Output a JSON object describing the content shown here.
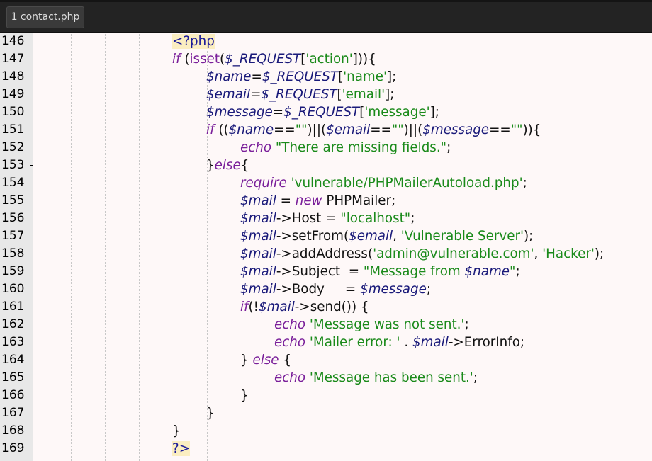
{
  "tab": {
    "label": "1 contact.php"
  },
  "lines": [
    {
      "num": "146",
      "fold": false,
      "indent": 5,
      "tokens": [
        {
          "c": "tg",
          "t": "<?php"
        }
      ]
    },
    {
      "num": "147",
      "fold": true,
      "indent": 5,
      "tokens": [
        {
          "c": "k",
          "t": "if"
        },
        {
          "c": "p",
          "t": " ("
        },
        {
          "c": "f",
          "t": "isset"
        },
        {
          "c": "p",
          "t": "("
        },
        {
          "c": "v",
          "t": "$_REQUEST"
        },
        {
          "c": "p",
          "t": "["
        },
        {
          "c": "s",
          "t": "'action'"
        },
        {
          "c": "p",
          "t": "])){"
        }
      ]
    },
    {
      "num": "148",
      "fold": false,
      "indent": 6,
      "tokens": [
        {
          "c": "v",
          "t": "$name"
        },
        {
          "c": "p",
          "t": "="
        },
        {
          "c": "v",
          "t": "$_REQUEST"
        },
        {
          "c": "p",
          "t": "["
        },
        {
          "c": "s",
          "t": "'name'"
        },
        {
          "c": "p",
          "t": "];"
        }
      ]
    },
    {
      "num": "149",
      "fold": false,
      "indent": 6,
      "tokens": [
        {
          "c": "v",
          "t": "$email"
        },
        {
          "c": "p",
          "t": "="
        },
        {
          "c": "v",
          "t": "$_REQUEST"
        },
        {
          "c": "p",
          "t": "["
        },
        {
          "c": "s",
          "t": "'email'"
        },
        {
          "c": "p",
          "t": "];"
        }
      ]
    },
    {
      "num": "150",
      "fold": false,
      "indent": 6,
      "tokens": [
        {
          "c": "v",
          "t": "$message"
        },
        {
          "c": "p",
          "t": "="
        },
        {
          "c": "v",
          "t": "$_REQUEST"
        },
        {
          "c": "p",
          "t": "["
        },
        {
          "c": "s",
          "t": "'message'"
        },
        {
          "c": "p",
          "t": "];"
        }
      ]
    },
    {
      "num": "151",
      "fold": true,
      "indent": 6,
      "tokens": [
        {
          "c": "k",
          "t": "if"
        },
        {
          "c": "p",
          "t": " (("
        },
        {
          "c": "v",
          "t": "$name"
        },
        {
          "c": "p",
          "t": "=="
        },
        {
          "c": "s",
          "t": "\"\""
        },
        {
          "c": "p",
          "t": ")||("
        },
        {
          "c": "v",
          "t": "$email"
        },
        {
          "c": "p",
          "t": "=="
        },
        {
          "c": "s",
          "t": "\"\""
        },
        {
          "c": "p",
          "t": ")||("
        },
        {
          "c": "v",
          "t": "$message"
        },
        {
          "c": "p",
          "t": "=="
        },
        {
          "c": "s",
          "t": "\"\""
        },
        {
          "c": "p",
          "t": ")){"
        }
      ]
    },
    {
      "num": "152",
      "fold": false,
      "indent": 7,
      "tokens": [
        {
          "c": "k",
          "t": "echo"
        },
        {
          "c": "p",
          "t": " "
        },
        {
          "c": "s",
          "t": "\"There are missing fields.\""
        },
        {
          "c": "p",
          "t": ";"
        }
      ]
    },
    {
      "num": "153",
      "fold": true,
      "indent": 6,
      "tokens": [
        {
          "c": "p",
          "t": "}"
        },
        {
          "c": "k",
          "t": "else"
        },
        {
          "c": "p",
          "t": "{"
        }
      ]
    },
    {
      "num": "154",
      "fold": false,
      "indent": 7,
      "tokens": [
        {
          "c": "k",
          "t": "require"
        },
        {
          "c": "p",
          "t": " "
        },
        {
          "c": "s",
          "t": "'vulnerable/PHPMailerAutoload.php'"
        },
        {
          "c": "p",
          "t": ";"
        }
      ]
    },
    {
      "num": "155",
      "fold": false,
      "indent": 7,
      "tokens": [
        {
          "c": "v",
          "t": "$mail"
        },
        {
          "c": "p",
          "t": " = "
        },
        {
          "c": "k",
          "t": "new"
        },
        {
          "c": "p",
          "t": " PHPMailer;"
        }
      ]
    },
    {
      "num": "156",
      "fold": false,
      "indent": 7,
      "tokens": [
        {
          "c": "v",
          "t": "$mail"
        },
        {
          "c": "p",
          "t": "->Host = "
        },
        {
          "c": "s",
          "t": "\"localhost\""
        },
        {
          "c": "p",
          "t": ";"
        }
      ]
    },
    {
      "num": "157",
      "fold": false,
      "indent": 7,
      "tokens": [
        {
          "c": "v",
          "t": "$mail"
        },
        {
          "c": "p",
          "t": "->setFrom("
        },
        {
          "c": "v",
          "t": "$email"
        },
        {
          "c": "p",
          "t": ", "
        },
        {
          "c": "s",
          "t": "'Vulnerable Server'"
        },
        {
          "c": "p",
          "t": ");"
        }
      ]
    },
    {
      "num": "158",
      "fold": false,
      "indent": 7,
      "tokens": [
        {
          "c": "v",
          "t": "$mail"
        },
        {
          "c": "p",
          "t": "->addAddress("
        },
        {
          "c": "s",
          "t": "'admin@vulnerable.com'"
        },
        {
          "c": "p",
          "t": ", "
        },
        {
          "c": "s",
          "t": "'Hacker'"
        },
        {
          "c": "p",
          "t": ");"
        }
      ]
    },
    {
      "num": "159",
      "fold": false,
      "indent": 7,
      "tokens": [
        {
          "c": "v",
          "t": "$mail"
        },
        {
          "c": "p",
          "t": "->Subject  = "
        },
        {
          "c": "s",
          "t": "\"Message from "
        },
        {
          "c": "v",
          "t": "$name"
        },
        {
          "c": "s",
          "t": "\""
        },
        {
          "c": "p",
          "t": ";"
        }
      ]
    },
    {
      "num": "160",
      "fold": false,
      "indent": 7,
      "tokens": [
        {
          "c": "v",
          "t": "$mail"
        },
        {
          "c": "p",
          "t": "->Body     = "
        },
        {
          "c": "v",
          "t": "$message"
        },
        {
          "c": "p",
          "t": ";"
        }
      ]
    },
    {
      "num": "161",
      "fold": true,
      "indent": 7,
      "tokens": [
        {
          "c": "k",
          "t": "if"
        },
        {
          "c": "p",
          "t": "(!"
        },
        {
          "c": "v",
          "t": "$mail"
        },
        {
          "c": "p",
          "t": "->send()) {"
        }
      ]
    },
    {
      "num": "162",
      "fold": false,
      "indent": 8,
      "tokens": [
        {
          "c": "k",
          "t": "echo"
        },
        {
          "c": "p",
          "t": " "
        },
        {
          "c": "s",
          "t": "'Message was not sent.'"
        },
        {
          "c": "p",
          "t": ";"
        }
      ]
    },
    {
      "num": "163",
      "fold": false,
      "indent": 8,
      "tokens": [
        {
          "c": "k",
          "t": "echo"
        },
        {
          "c": "p",
          "t": " "
        },
        {
          "c": "s",
          "t": "'Mailer error: '"
        },
        {
          "c": "p",
          "t": " . "
        },
        {
          "c": "v",
          "t": "$mail"
        },
        {
          "c": "p",
          "t": "->ErrorInfo;"
        }
      ]
    },
    {
      "num": "164",
      "fold": false,
      "indent": 7,
      "tokens": [
        {
          "c": "p",
          "t": "} "
        },
        {
          "c": "k",
          "t": "else"
        },
        {
          "c": "p",
          "t": " {"
        }
      ]
    },
    {
      "num": "165",
      "fold": false,
      "indent": 8,
      "tokens": [
        {
          "c": "k",
          "t": "echo"
        },
        {
          "c": "p",
          "t": " "
        },
        {
          "c": "s",
          "t": "'Message has been sent.'"
        },
        {
          "c": "p",
          "t": ";"
        }
      ]
    },
    {
      "num": "166",
      "fold": false,
      "indent": 7,
      "tokens": [
        {
          "c": "p",
          "t": "}"
        }
      ]
    },
    {
      "num": "167",
      "fold": false,
      "indent": 6,
      "tokens": [
        {
          "c": "p",
          "t": "}"
        }
      ]
    },
    {
      "num": "168",
      "fold": false,
      "indent": 5,
      "tokens": [
        {
          "c": "p",
          "t": "}"
        }
      ]
    },
    {
      "num": "169",
      "fold": false,
      "indent": 5,
      "tokens": [
        {
          "c": "tg",
          "t": "?>"
        }
      ]
    }
  ]
}
